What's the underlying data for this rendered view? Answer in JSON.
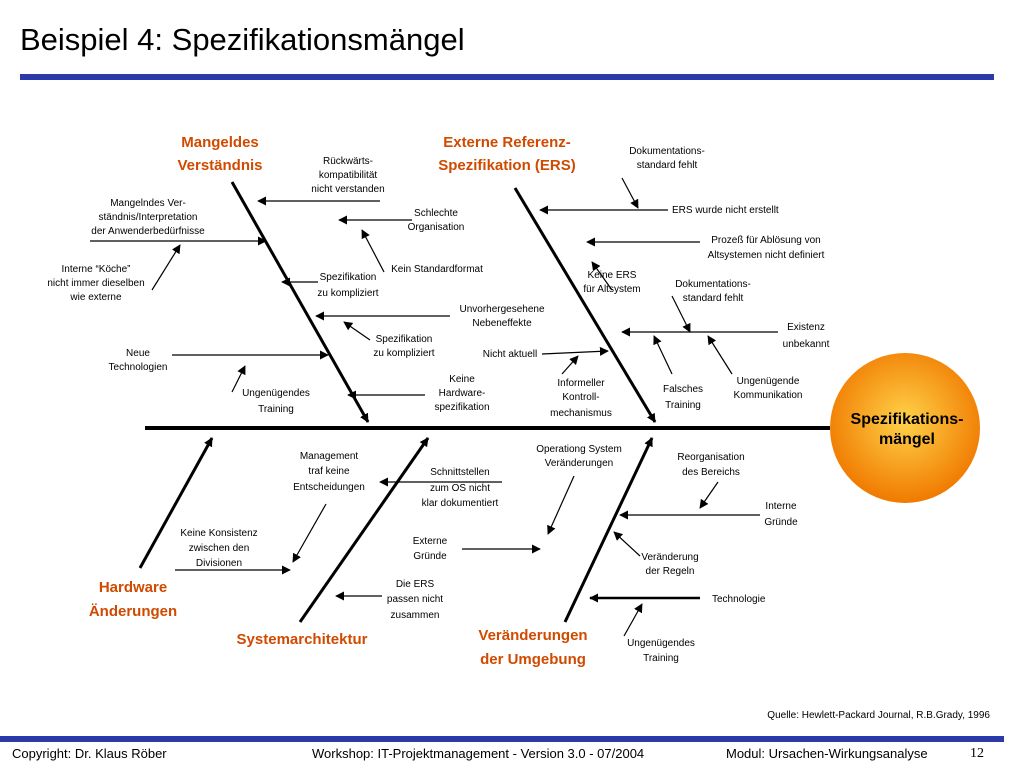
{
  "title": "Beispiel 4: Spezifikationsmängel",
  "colors": {
    "accent": "#2b3aa8",
    "category": "#d04a00",
    "effect_center": "#ffd24a",
    "effect_edge": "#f07a00"
  },
  "effect": {
    "line1": "Spezifikations-",
    "line2": "mängel"
  },
  "categories": {
    "mangeldes": {
      "line1": "Mangeldes",
      "line2": "Verständnis"
    },
    "ers": {
      "line1": "Externe Referenz-",
      "line2": "Spezifikation (ERS)"
    },
    "hardware": {
      "line1": "Hardware",
      "line2": "Änderungen"
    },
    "system": {
      "line1": "Systemarchitektur"
    },
    "umgebung": {
      "line1": "Veränderungen",
      "line2": "der Umgebung"
    }
  },
  "causes": {
    "c1": [
      "Rückwärts-",
      "kompatibilität",
      "nicht verstanden"
    ],
    "c2": [
      "Mangelndes Ver-",
      "ständnis/Interpretation",
      "der Anwenderbedürfnisse"
    ],
    "c3": [
      "Schlechte",
      "Organisation"
    ],
    "c4": [
      "Interne “Köche”",
      "nicht immer dieselben",
      "wie externe"
    ],
    "c5": [
      "Kein Standardformat"
    ],
    "c6": [
      "Spezifikation",
      "zu kompliziert"
    ],
    "c7": [
      "Unvorhergesehene",
      "Nebeneffekte"
    ],
    "c8": [
      "Spezifikation",
      "zu kompliziert"
    ],
    "c9": [
      "Neue",
      "Technologien"
    ],
    "c10": [
      "Ungenügendes",
      "Training"
    ],
    "c11": [
      "Keine",
      "Hardware-",
      "spezifikation"
    ],
    "c12": [
      "Dokumentations-",
      "standard fehlt"
    ],
    "c13": [
      "ERS wurde nicht erstellt"
    ],
    "c14": [
      "Prozeß für Ablösung von",
      "Altsystemen nicht definiert"
    ],
    "c15": [
      "Keine ERS",
      "für Altsystem"
    ],
    "c16": [
      "Dokumentations-",
      "standard fehlt"
    ],
    "c17": [
      "Existenz",
      "unbekannt"
    ],
    "c18": [
      "Nicht aktuell"
    ],
    "c19": [
      "Informeller",
      "Kontroll-",
      "mechanismus"
    ],
    "c20": [
      "Falsches",
      "Training"
    ],
    "c21": [
      "Ungenügende",
      "Kommunikation"
    ],
    "c22": [
      "Management",
      "traf keine",
      "Entscheidungen"
    ],
    "c23": [
      "Keine Konsistenz",
      "zwischen den",
      "Divisionen"
    ],
    "c24": [
      "Schnittstellen",
      "zum OS nicht",
      "klar dokumentiert"
    ],
    "c25": [
      "Externe",
      "Gründe"
    ],
    "c26": [
      "Die ERS",
      "passen nicht",
      "zusammen"
    ],
    "c27": [
      "Operationg System",
      "Veränderungen"
    ],
    "c28": [
      "Reorganisation",
      "des Bereichs"
    ],
    "c29": [
      "Interne",
      "Gründe"
    ],
    "c30": [
      "Veränderung",
      "der Regeln"
    ],
    "c31": [
      "Technologie"
    ],
    "c32": [
      "Ungenügendes",
      "Training"
    ]
  },
  "source": "Quelle: Hewlett-Packard Journal, R.B.Grady, 1996",
  "footer": {
    "copyright": "Copyright: Dr. Klaus Röber",
    "workshop": "Workshop: IT-Projektmanagement - Version 3.0 - 07/2004",
    "modul": "Modul: Ursachen-Wirkungsanalyse",
    "page": "12"
  }
}
